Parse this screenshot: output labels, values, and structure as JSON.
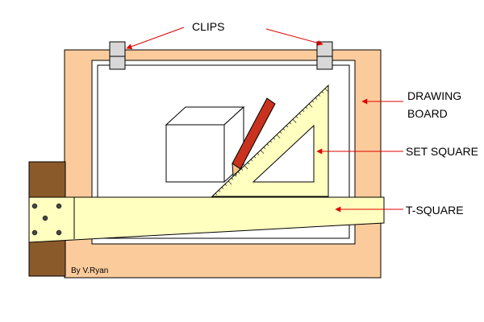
{
  "labels": {
    "clips": "CLIPS",
    "drawing_board_line1": "DRAWING",
    "drawing_board_line2": "BOARD",
    "set_square": "SET SQUARE",
    "t_square": "T-SQUARE"
  },
  "credit": "By V.Ryan",
  "colors": {
    "board": "#FCCB9C",
    "paper": "#FFFFFF",
    "t_square": "#FFFFC0",
    "set_square": "#FFFFC0",
    "t_square_head": "#8B5A2B",
    "pencil": "#C8321E",
    "arrow": "#E00000",
    "clip": "#D8D8D8"
  }
}
